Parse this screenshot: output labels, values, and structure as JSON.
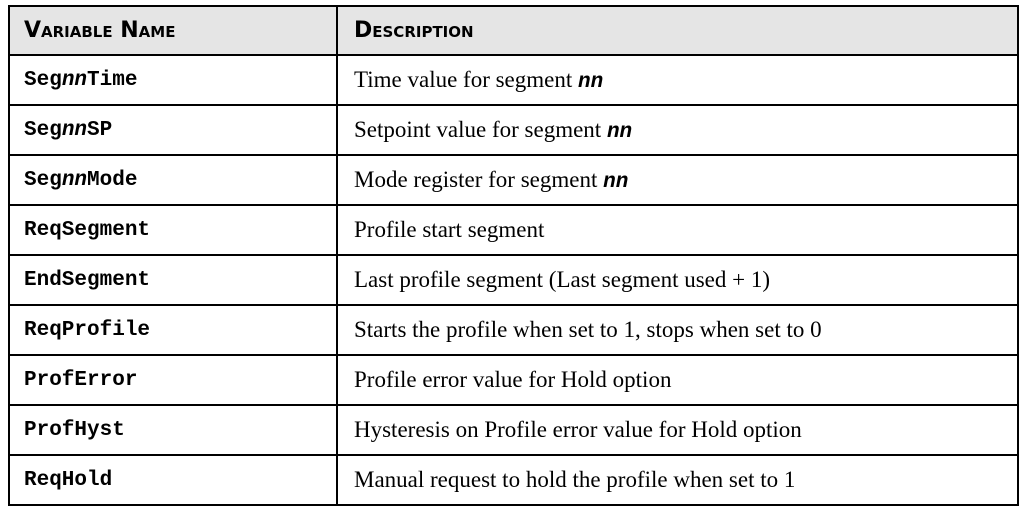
{
  "table": {
    "headers": [
      "Variable Name",
      "Description"
    ],
    "rows": [
      {
        "var_pre": "Seg",
        "var_em": "nn",
        "var_post": "Time",
        "desc": "Time value for segment ",
        "desc_em": "nn"
      },
      {
        "var_pre": "Seg",
        "var_em": "nn",
        "var_post": "SP",
        "desc": "Setpoint value for segment ",
        "desc_em": "nn"
      },
      {
        "var_pre": "Seg",
        "var_em": "nn",
        "var_post": "Mode",
        "desc": "Mode register for segment ",
        "desc_em": "nn"
      },
      {
        "var_pre": "ReqSegment",
        "var_em": "",
        "var_post": "",
        "desc": "Profile start segment",
        "desc_em": ""
      },
      {
        "var_pre": "EndSegment",
        "var_em": "",
        "var_post": "",
        "desc": "Last profile segment (Last segment used + 1)",
        "desc_em": ""
      },
      {
        "var_pre": "ReqProfile",
        "var_em": "",
        "var_post": "",
        "desc": "Starts the profile when set to 1, stops when set to 0",
        "desc_em": ""
      },
      {
        "var_pre": "ProfError",
        "var_em": "",
        "var_post": "",
        "desc": "Profile error value for Hold option",
        "desc_em": ""
      },
      {
        "var_pre": "ProfHyst",
        "var_em": "",
        "var_post": "",
        "desc": "Hysteresis on Profile error value for Hold option",
        "desc_em": ""
      },
      {
        "var_pre": "ReqHold",
        "var_em": "",
        "var_post": "",
        "desc": "Manual request to hold the profile when set to 1",
        "desc_em": ""
      }
    ]
  }
}
